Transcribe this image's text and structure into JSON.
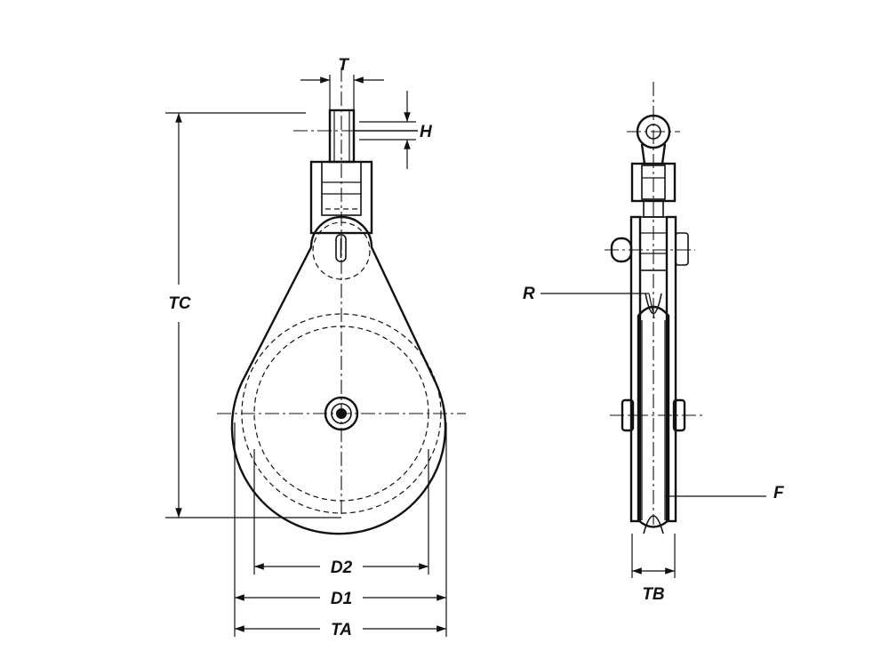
{
  "labels": {
    "T": "T",
    "H": "H",
    "TC": "TC",
    "R": "R",
    "F": "F",
    "D2": "D2",
    "D1": "D1",
    "TA": "TA",
    "TB": "TB"
  }
}
